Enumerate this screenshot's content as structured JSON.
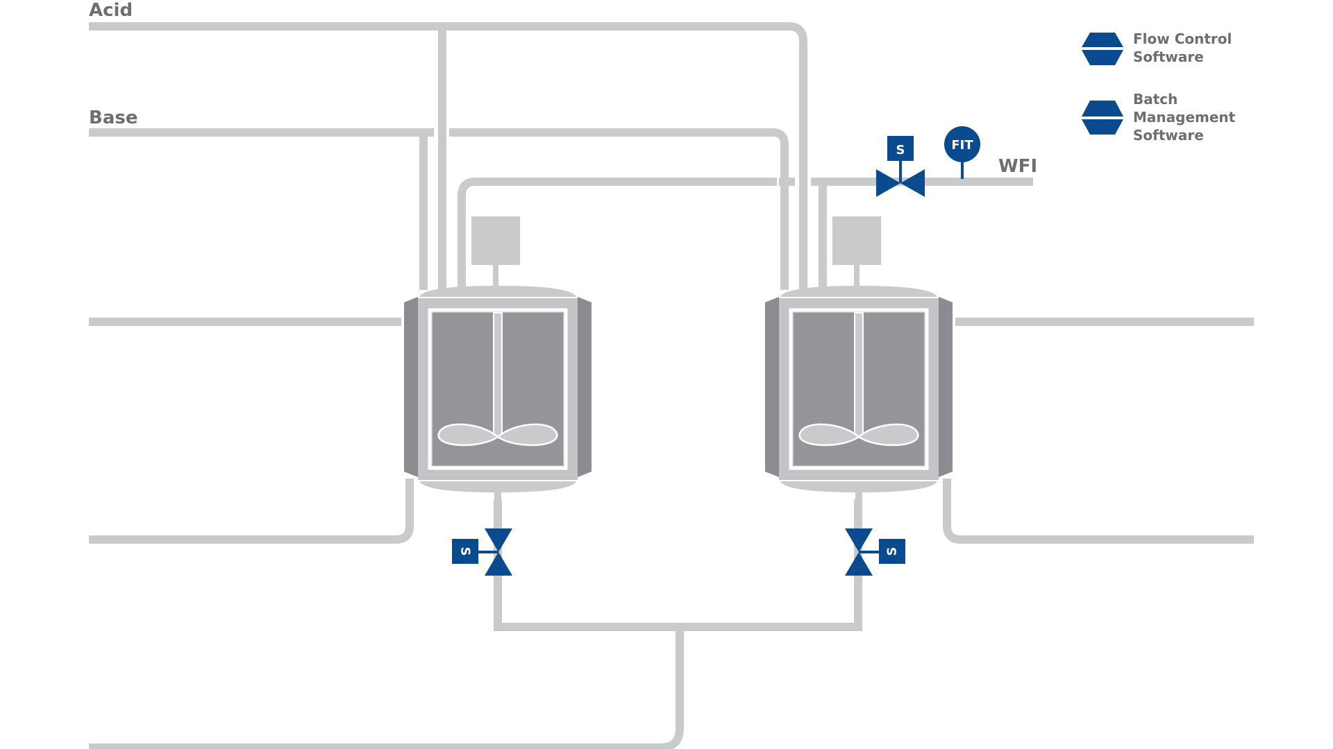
{
  "lines": {
    "acid": "Acid",
    "base": "Base",
    "wfi": "WFI"
  },
  "instruments": {
    "solenoid": "S",
    "flow_transmitter": "FIT"
  },
  "legend": [
    {
      "icon": "flow-control-icon",
      "lines": [
        "Flow Control",
        "Software"
      ]
    },
    {
      "icon": "batch-management-icon",
      "lines": [
        "Batch",
        "Management",
        "Software"
      ]
    }
  ],
  "colors": {
    "pipe": "#c9cacb",
    "text": "#6d6e71",
    "valve": "#0a4b8f",
    "vessel_outer": "#c3c4c5",
    "vessel_inner": "#939598",
    "jacket": "#8b8c8f"
  }
}
